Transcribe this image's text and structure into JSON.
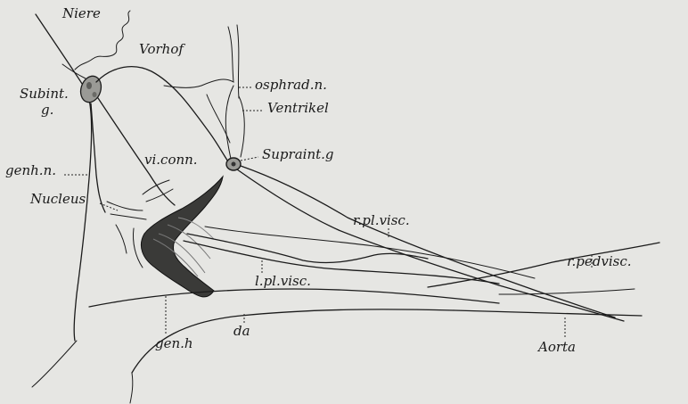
{
  "labels": {
    "niere": "Niere",
    "vorhof": "Vorhof",
    "subint_1": "Subint.",
    "subint_2": "g.",
    "osphrad": "osphrad.n.",
    "ventrikel": "Ventrikel",
    "supraint": "Supraint.g",
    "vi_conn": "vi.conn.",
    "genh_n": "genh.n.",
    "nucleus": "Nucleus",
    "r_pl_visc": "r.pl.visc.",
    "l_pl_visc": "l.pl.visc.",
    "r_pedvisc": "r.pedvisc.",
    "da": "da",
    "gen_h": "gen.h",
    "aorta": "Aorta"
  }
}
